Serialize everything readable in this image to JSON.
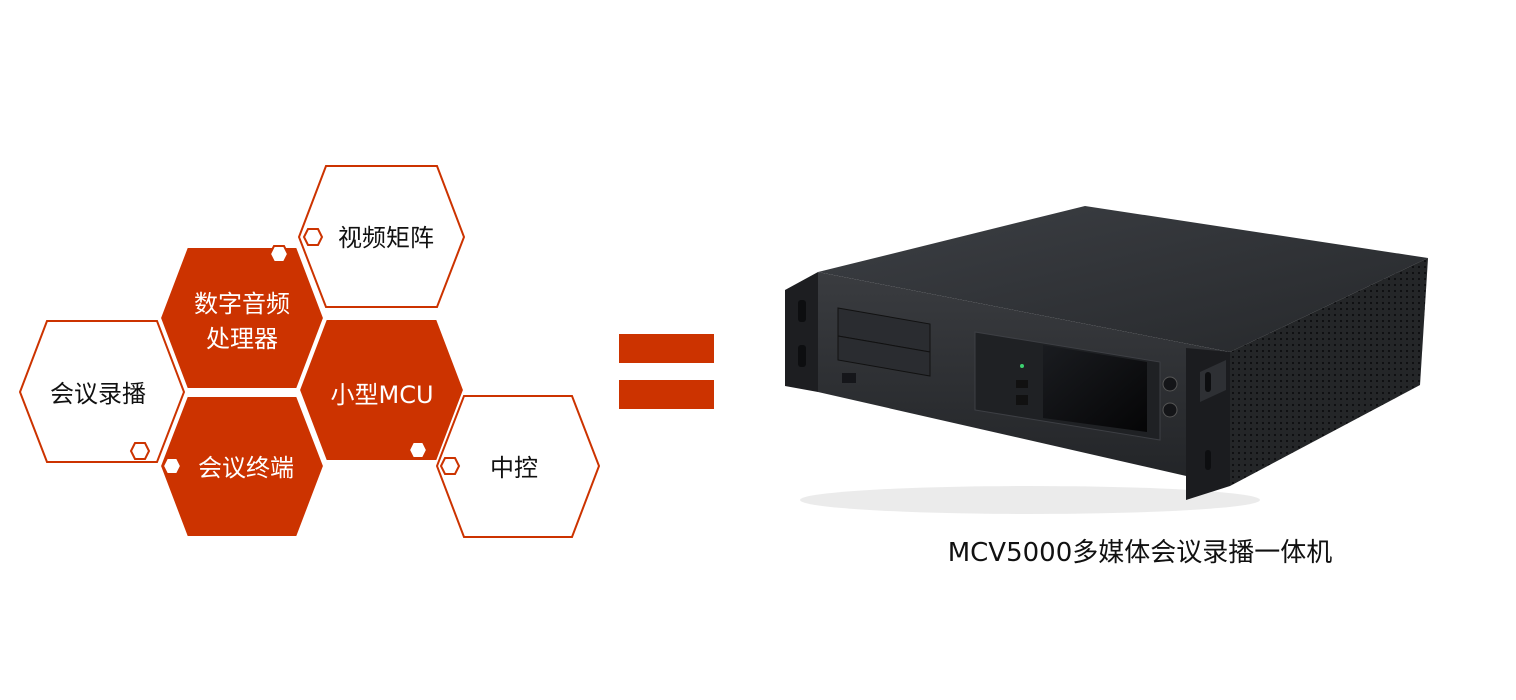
{
  "colors": {
    "accent": "#cc3300",
    "outline": "#cc3300",
    "white": "#ffffff",
    "text_dark": "#111111"
  },
  "hexagons": {
    "video_matrix": "视频矩阵",
    "audio_processor_line1": "数字音频",
    "audio_processor_line2": "处理器",
    "meeting_record": "会议录播",
    "small_mcu": "小型MCU",
    "meeting_terminal": "会议终端",
    "central_control": "中控"
  },
  "product": {
    "caption": "MCV5000多媒体会议录播一体机",
    "image": "rack-server-device-image"
  },
  "equals_sign": "equals-icon"
}
